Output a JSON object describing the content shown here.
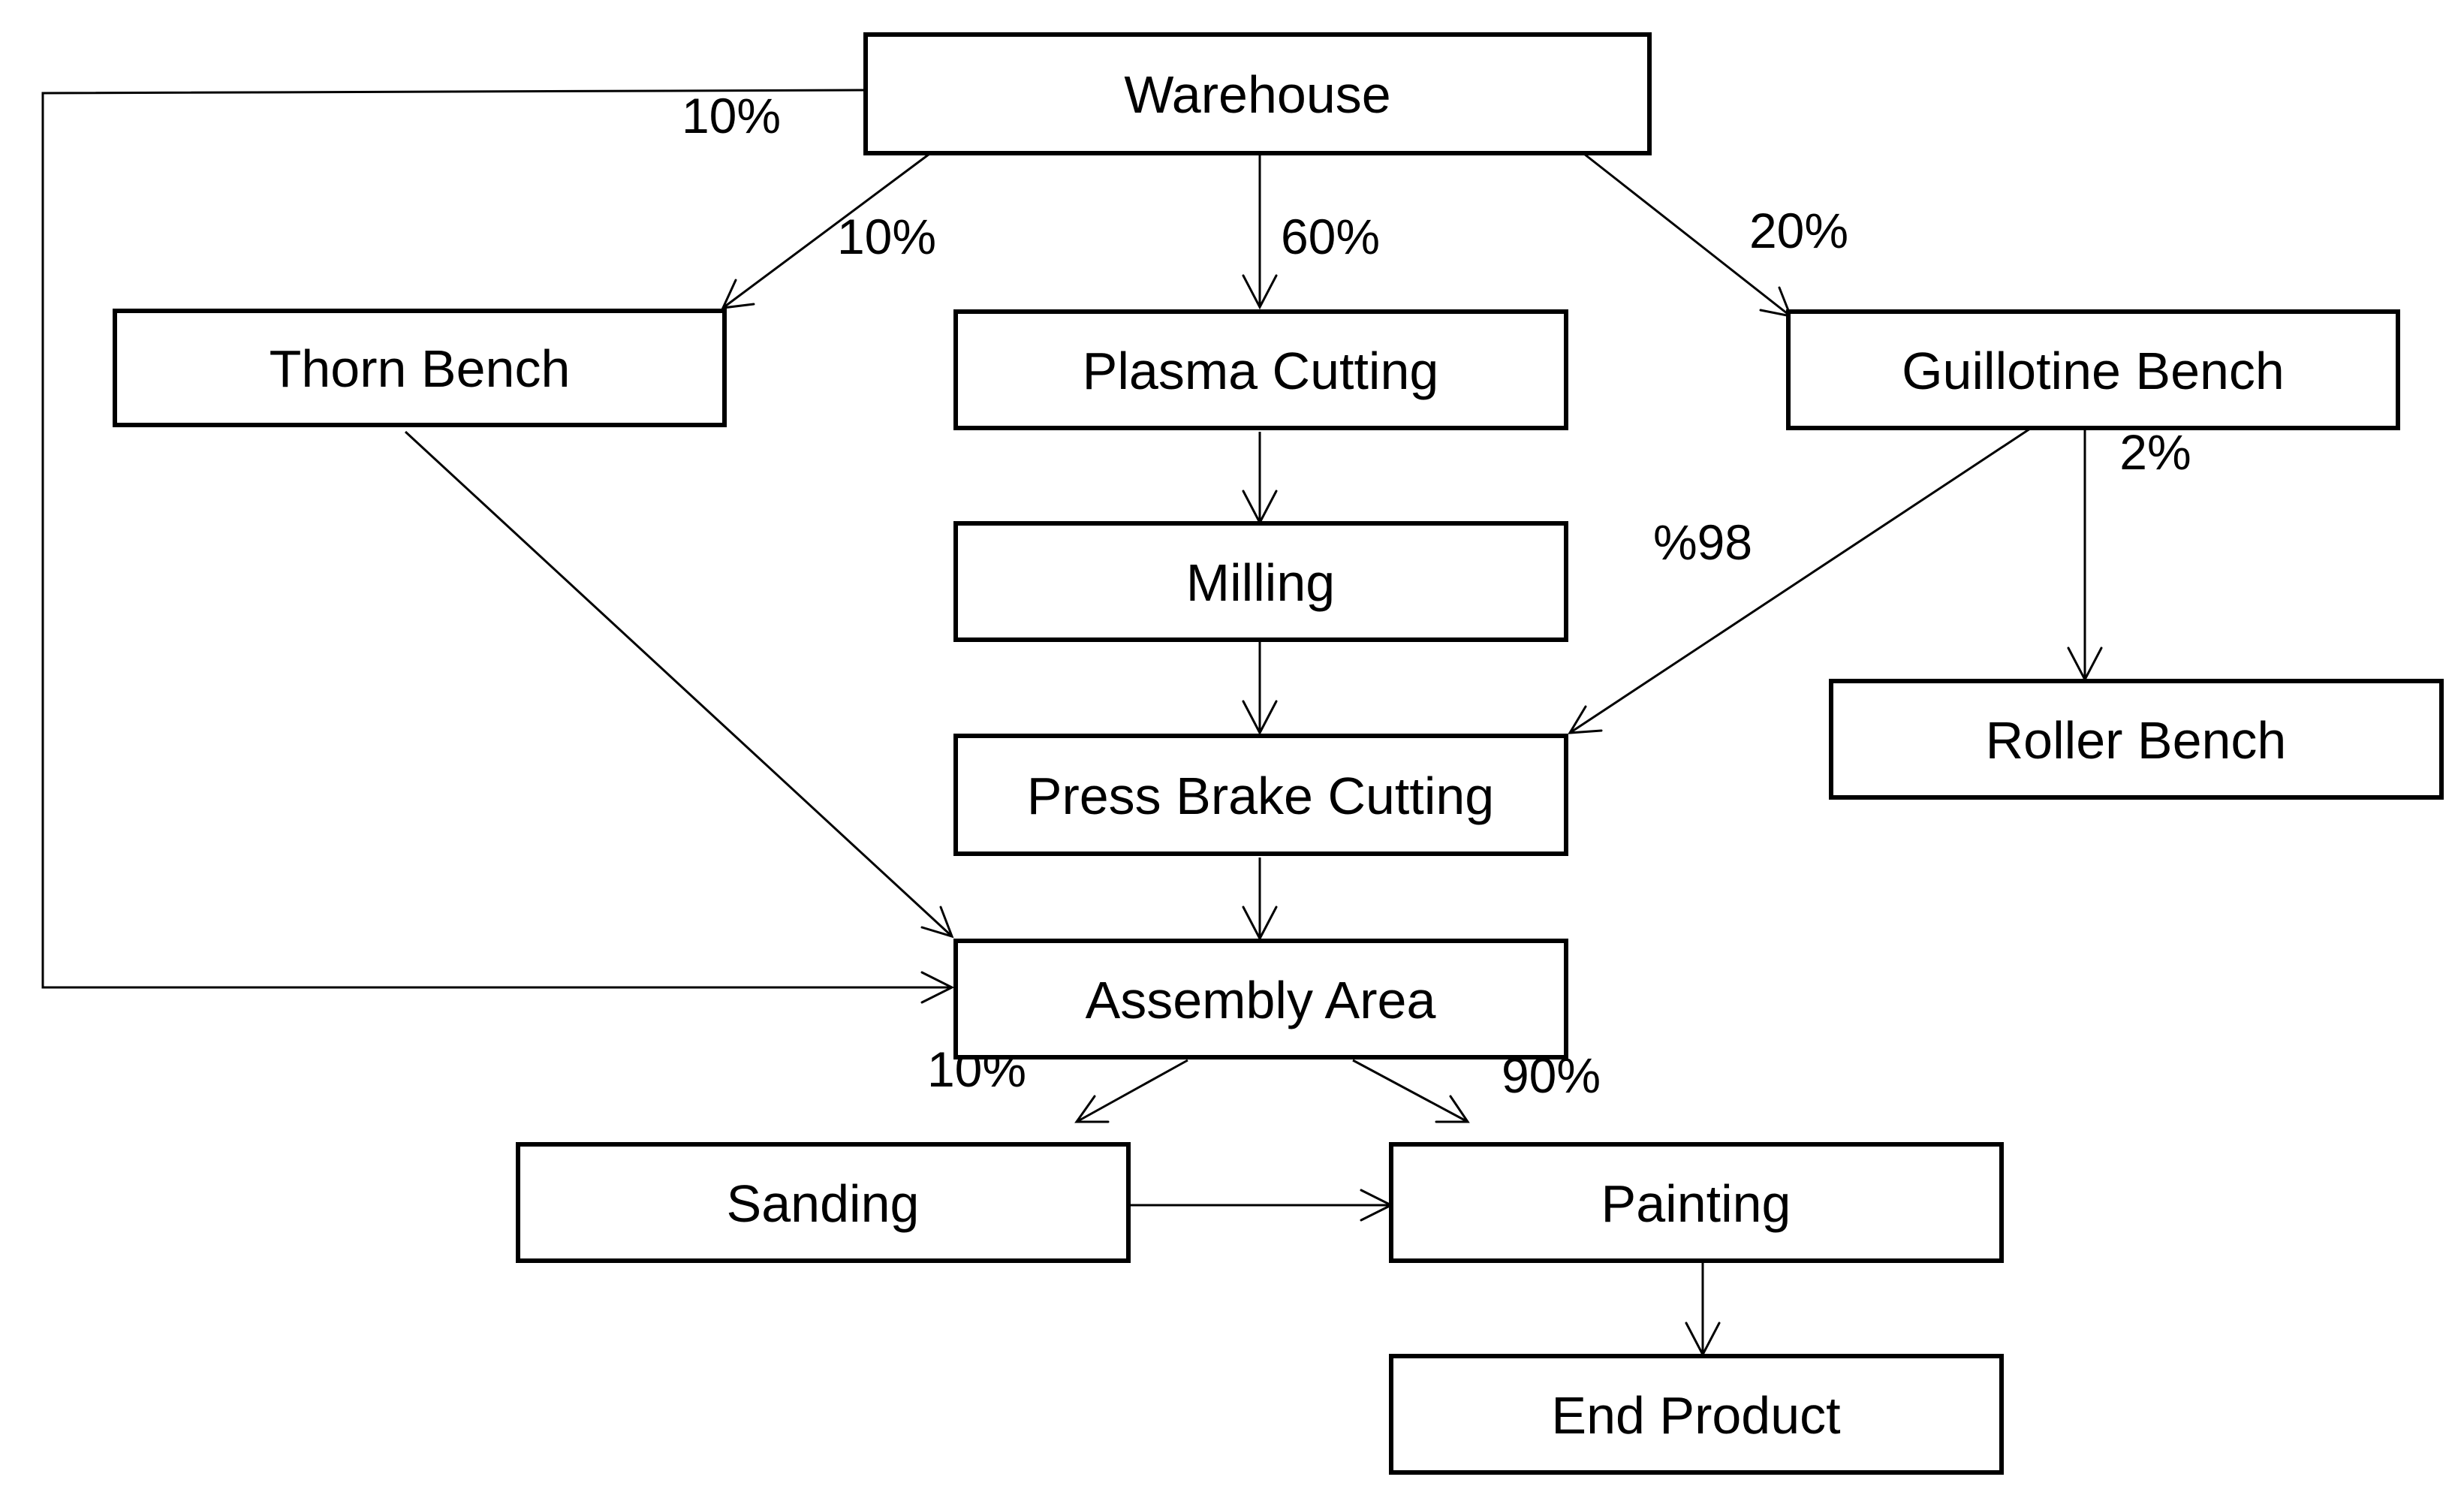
{
  "diagram": {
    "nodes": {
      "warehouse": "Warehouse",
      "thorn_bench": "Thorn Bench",
      "plasma_cutting": "Plasma Cutting",
      "guillotine_bench": "Guillotine Bench",
      "milling": "Milling",
      "roller_bench": "Roller Bench",
      "press_brake_cutting": "Press Brake Cutting",
      "assembly_area": "Assembly Area",
      "sanding": "Sanding",
      "painting": "Painting",
      "end_product": "End Product"
    },
    "edge_labels": {
      "warehouse_to_assembly": "10%",
      "warehouse_to_thorn": "10%",
      "warehouse_to_plasma": "60%",
      "warehouse_to_guillotine": "20%",
      "guillotine_to_roller": "2%",
      "guillotine_to_press": "%98",
      "assembly_to_sanding": "10%",
      "assembly_to_painting": "90%"
    }
  }
}
